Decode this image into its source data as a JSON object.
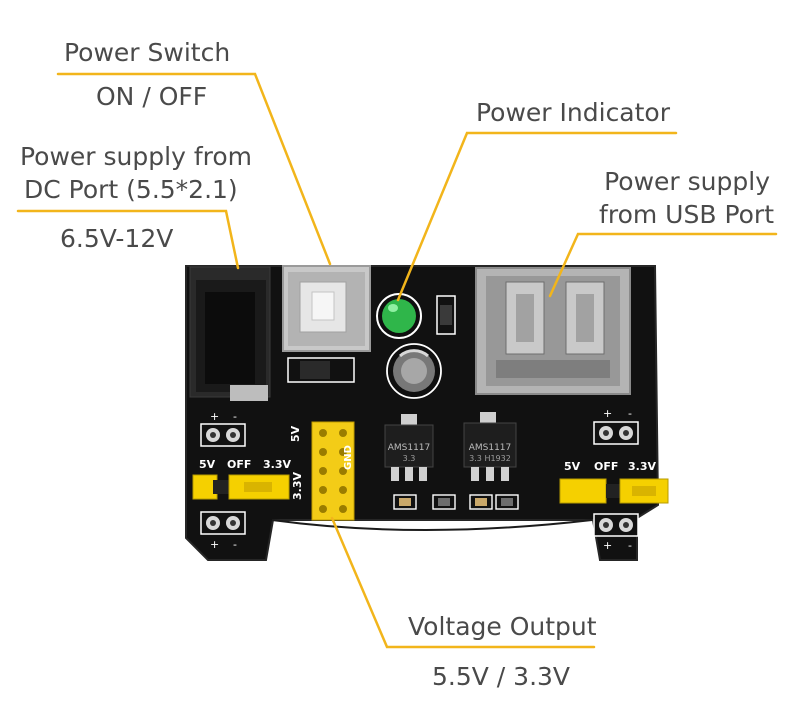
{
  "colors": {
    "leader": "#f2b51b",
    "text": "#4a4a4a",
    "board": "#111111",
    "silkscreen": "#ffffff",
    "jumper": "#f5d000",
    "pin_header": "#f3cc17",
    "led": "#2fb64a"
  },
  "callouts": {
    "power_switch": {
      "title": "Power Switch",
      "detail": "ON / OFF"
    },
    "dc_port": {
      "line1": "Power supply from",
      "line2": "DC Port (5.5*2.1)",
      "detail": "6.5V-12V"
    },
    "power_indicator": {
      "title": "Power Indicator"
    },
    "usb_port": {
      "line1": "Power supply",
      "line2": "from USB Port"
    },
    "voltage_output": {
      "title": "Voltage Output",
      "detail": "5.5V / 3.3V"
    }
  },
  "board": {
    "left_jumper_labels": [
      "5V",
      "OFF",
      "3.3V"
    ],
    "right_jumper_labels": [
      "5V",
      "OFF",
      "3.3V"
    ],
    "output_header_labels": [
      "5V",
      "GND",
      "3.3V"
    ],
    "polarity_marks": [
      "+",
      "-"
    ],
    "regulator_1": "AMS1117",
    "regulator_2": "AMS1117",
    "regulator_1_sub": "3.3",
    "regulator_2_sub": "3.3  H1932"
  },
  "icons": [
    "dc-barrel-jack-icon",
    "push-switch-icon",
    "led-icon",
    "usb-a-port-icon",
    "capacitor-icon",
    "pin-header-icon",
    "jumper-icon"
  ]
}
